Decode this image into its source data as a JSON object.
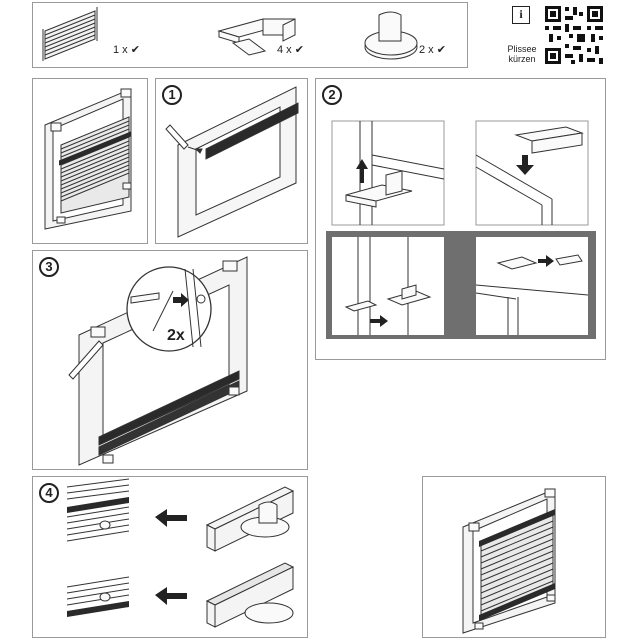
{
  "parts": {
    "rail_qty": "1 x ✔",
    "bracket_qty": "4 x ✔",
    "clip_qty": "2 x ✔"
  },
  "info": {
    "icon": "info-icon",
    "label_line1": "Plissee",
    "label_line2": "kürzen"
  },
  "steps": {
    "step1": "1",
    "step2": "2",
    "step3": "3",
    "step4": "4",
    "zoom_count": "2x"
  },
  "colors": {
    "line": "#333333",
    "frame_grey": "#9a9a9a",
    "highlight_bg": "#6f6f6f",
    "rail_dark": "#2a2a2a"
  }
}
